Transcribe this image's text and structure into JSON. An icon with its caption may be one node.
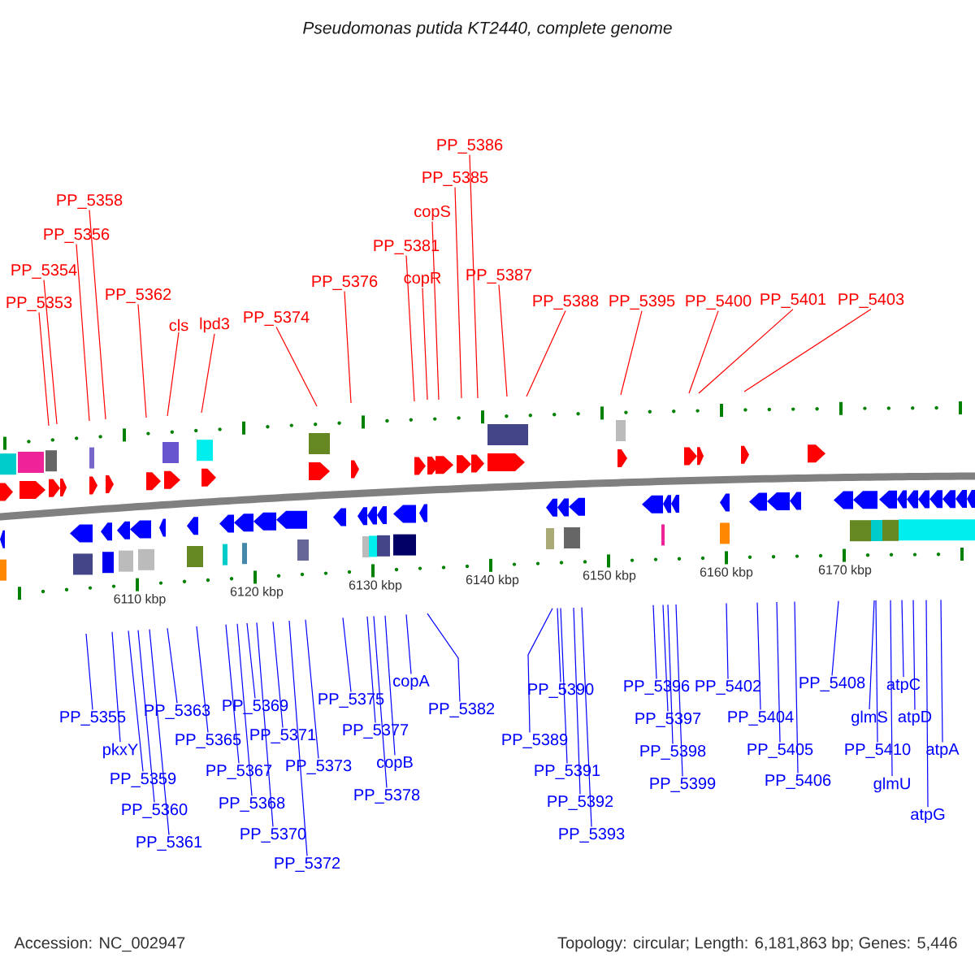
{
  "diagram": {
    "title": "Pseudomonas putida KT2440, complete genome",
    "nodes": [
      {
        "text": [
          "PP_5353"
        ]
      },
      {
        "text": [
          "PP_5354"
        ]
      },
      {
        "text": [
          "PP_5356"
        ]
      },
      {
        "text": [
          "PP_5358"
        ]
      },
      {
        "text": [
          "PP_5362"
        ]
      },
      {
        "text": [
          "cls"
        ]
      },
      {
        "text": [
          "lpd3"
        ]
      },
      {
        "text": [
          "PP_5374"
        ]
      },
      {
        "text": [
          "PP_5376"
        ]
      },
      {
        "text": [
          "PP_5381"
        ]
      },
      {
        "text": [
          "copR"
        ]
      },
      {
        "text": [
          "copS"
        ]
      },
      {
        "text": [
          "PP_5385"
        ]
      },
      {
        "text": [
          "PP_5386"
        ]
      },
      {
        "text": [
          "PP_5387"
        ]
      },
      {
        "text": [
          "PP_5388"
        ]
      },
      {
        "text": [
          "PP_5395"
        ]
      },
      {
        "text": [
          "PP_5400"
        ]
      },
      {
        "text": [
          "PP_5401"
        ]
      },
      {
        "text": [
          "PP_5403"
        ]
      },
      {
        "text": [
          "PP_5355"
        ]
      },
      {
        "text": [
          "pkxY"
        ]
      },
      {
        "text": [
          "PP_5359"
        ]
      },
      {
        "text": [
          "PP_5360"
        ]
      },
      {
        "text": [
          "PP_5361"
        ]
      },
      {
        "text": [
          "PP_5363"
        ]
      },
      {
        "text": [
          "PP_5365"
        ]
      },
      {
        "text": [
          "PP_5367"
        ]
      },
      {
        "text": [
          "PP_5368"
        ]
      },
      {
        "text": [
          "PP_5369"
        ]
      },
      {
        "text": [
          "PP_5370"
        ]
      },
      {
        "text": [
          "PP_5371"
        ]
      },
      {
        "text": [
          "PP_5372"
        ]
      },
      {
        "text": [
          "PP_5373"
        ]
      },
      {
        "text": [
          "PP_5375"
        ]
      },
      {
        "text": [
          "PP_5377"
        ]
      },
      {
        "text": [
          "copB"
        ]
      },
      {
        "text": [
          "PP_5378"
        ]
      },
      {
        "text": [
          "copA"
        ]
      },
      {
        "text": [
          "PP_5382"
        ]
      },
      {
        "text": [
          "PP_5389"
        ]
      },
      {
        "text": [
          "PP_5390"
        ]
      },
      {
        "text": [
          "PP_5391"
        ]
      },
      {
        "text": [
          "PP_5392"
        ]
      },
      {
        "text": [
          "PP_5393"
        ]
      },
      {
        "text": [
          "PP_5396"
        ]
      },
      {
        "text": [
          "PP_5397"
        ]
      },
      {
        "text": [
          "PP_5398"
        ]
      },
      {
        "text": [
          "PP_5399"
        ]
      },
      {
        "text": [
          "PP_5402"
        ]
      },
      {
        "text": [
          "PP_5404"
        ]
      },
      {
        "text": [
          "PP_5405"
        ]
      },
      {
        "text": [
          "PP_5406"
        ]
      },
      {
        "text": [
          "PP_5408"
        ]
      },
      {
        "text": [
          "glmS"
        ]
      },
      {
        "text": [
          "PP_5410"
        ]
      },
      {
        "text": [
          "glmU"
        ]
      },
      {
        "text": [
          "atpC"
        ]
      },
      {
        "text": [
          "atpD"
        ]
      },
      {
        "text": [
          "atpA"
        ]
      },
      {
        "text": [
          "atpG"
        ]
      }
    ],
    "edges": [
      {
        "from": 0,
        "to": null,
        "arrow": "none",
        "color": "#ff0000"
      },
      {
        "from": 1,
        "to": null,
        "arrow": "none",
        "color": "#ff0000"
      },
      {
        "from": 2,
        "to": null,
        "arrow": "none",
        "color": "#ff0000"
      },
      {
        "from": 3,
        "to": null,
        "arrow": "none",
        "color": "#ff0000"
      },
      {
        "from": 4,
        "to": null,
        "arrow": "none",
        "color": "#ff0000"
      },
      {
        "from": 5,
        "to": null,
        "arrow": "none",
        "color": "#ff0000"
      },
      {
        "from": 6,
        "to": null,
        "arrow": "none",
        "color": "#ff0000"
      },
      {
        "from": 7,
        "to": null,
        "arrow": "none",
        "color": "#ff0000"
      },
      {
        "from": 8,
        "to": null,
        "arrow": "none",
        "color": "#ff0000"
      },
      {
        "from": 9,
        "to": null,
        "arrow": "none",
        "color": "#ff0000"
      },
      {
        "from": 10,
        "to": null,
        "arrow": "none",
        "color": "#ff0000"
      },
      {
        "from": 11,
        "to": null,
        "arrow": "none",
        "color": "#ff0000"
      },
      {
        "from": 12,
        "to": null,
        "arrow": "none",
        "color": "#ff0000"
      },
      {
        "from": 13,
        "to": null,
        "arrow": "none",
        "color": "#ff0000"
      },
      {
        "from": 14,
        "to": null,
        "arrow": "none",
        "color": "#ff0000"
      },
      {
        "from": 15,
        "to": null,
        "arrow": "none",
        "color": "#ff0000"
      },
      {
        "from": 16,
        "to": null,
        "arrow": "none",
        "color": "#ff0000"
      },
      {
        "from": 17,
        "to": null,
        "arrow": "none",
        "color": "#ff0000"
      },
      {
        "from": 18,
        "to": null,
        "arrow": "none",
        "color": "#ff0000"
      },
      {
        "from": 19,
        "to": null,
        "arrow": "none",
        "color": "#ff0000"
      },
      {
        "from": 20,
        "to": null,
        "arrow": "none"
      },
      {
        "from": 21,
        "to": null,
        "arrow": "none"
      },
      {
        "from": 22,
        "to": null,
        "arrow": "none"
      },
      {
        "from": 23,
        "to": null,
        "arrow": "none"
      },
      {
        "from": 24,
        "to": null,
        "arrow": "none"
      },
      {
        "from": 25,
        "to": null,
        "arrow": "none"
      },
      {
        "from": 26,
        "to": null,
        "arrow": "none"
      },
      {
        "from": 27,
        "to": null,
        "arrow": "none"
      },
      {
        "from": 28,
        "to": null,
        "arrow": "none"
      },
      {
        "from": 29,
        "to": null,
        "arrow": "none"
      },
      {
        "from": 30,
        "to": null,
        "arrow": "none"
      },
      {
        "from": 31,
        "to": null,
        "arrow": "none"
      },
      {
        "from": 32,
        "to": null,
        "arrow": "none"
      },
      {
        "from": 33,
        "to": null,
        "arrow": "none"
      },
      {
        "from": 34,
        "to": null,
        "arrow": "none"
      },
      {
        "from": 35,
        "to": null,
        "arrow": "none"
      },
      {
        "from": 36,
        "to": null,
        "arrow": "none"
      },
      {
        "from": 37,
        "to": null,
        "arrow": "none"
      },
      {
        "from": 38,
        "to": null,
        "arrow": "none"
      },
      {
        "from": 39,
        "to": null,
        "arrow": "none"
      },
      {
        "from": 40,
        "to": null,
        "arrow": "none"
      },
      {
        "from": 41,
        "to": null,
        "arrow": "none"
      },
      {
        "from": 42,
        "to": null,
        "arrow": "none"
      },
      {
        "from": 43,
        "to": null,
        "arrow": "none"
      },
      {
        "from": 44,
        "to": null,
        "arrow": "none"
      },
      {
        "from": 45,
        "to": null,
        "arrow": "none"
      },
      {
        "from": 46,
        "to": null,
        "arrow": "none"
      },
      {
        "from": 47,
        "to": null,
        "arrow": "none"
      },
      {
        "from": 48,
        "to": null,
        "arrow": "none"
      },
      {
        "from": 49,
        "to": null,
        "arrow": "none"
      },
      {
        "from": 50,
        "to": null,
        "arrow": "none"
      },
      {
        "from": 51,
        "to": null,
        "arrow": "none"
      },
      {
        "from": 52,
        "to": null,
        "arrow": "none"
      },
      {
        "from": 53,
        "to": null,
        "arrow": "none"
      },
      {
        "from": 54,
        "to": null,
        "arrow": "none"
      },
      {
        "from": 55,
        "to": null,
        "arrow": "none"
      },
      {
        "from": 56,
        "to": null,
        "arrow": "none"
      },
      {
        "from": 57,
        "to": null,
        "arrow": "none"
      },
      {
        "from": 58,
        "to": null,
        "arrow": "none"
      },
      {
        "from": 59,
        "to": null,
        "arrow": "none"
      },
      {
        "from": 60,
        "to": null,
        "arrow": "none"
      }
    ],
    "labels": [
      "6110 kbp",
      "6120 kbp",
      "6130 kbp",
      "6140 kbp",
      "6150 kbp",
      "6160 kbp",
      "6170 kbp",
      "Accession: NC_002947",
      "Topology: circular; Length: 6,181,863 bp; Genes: 5,446"
    ]
  }
}
